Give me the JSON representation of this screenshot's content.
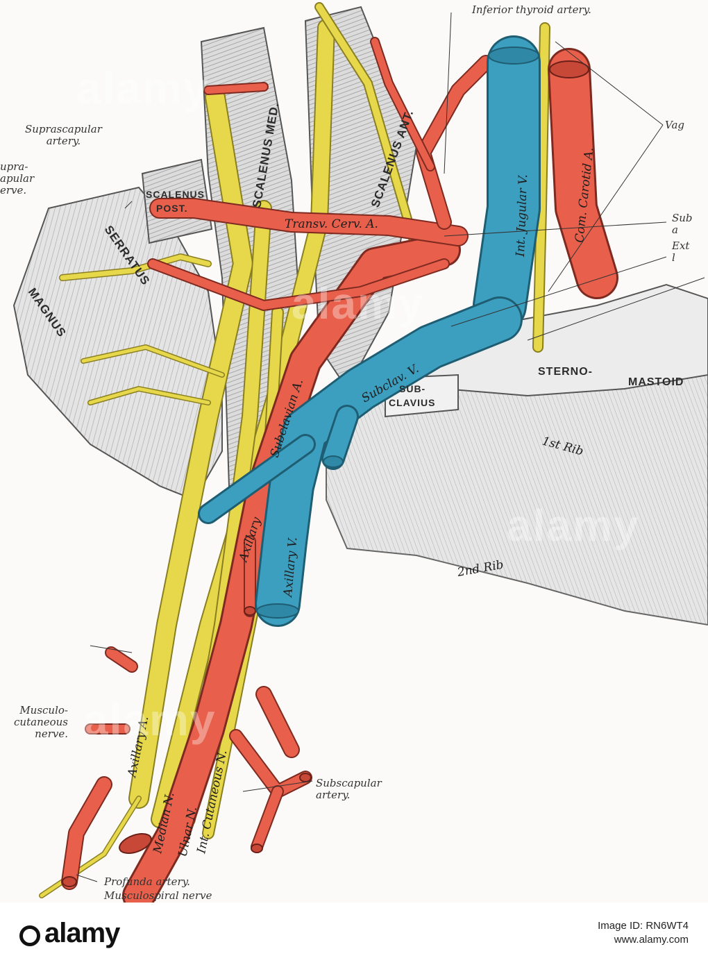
{
  "labels": {
    "inferior_thyroid": "Inferior thyroid artery.",
    "suprascapular_artery": "Suprascapular\nartery.",
    "suprascapular_nerve": "upra-\napular\nerve.",
    "vagus_partial": "Vag",
    "subclavian_partial": "Sub\na",
    "external_partial": "Ext\nl",
    "musculocutaneous": "Musculo-\ncutaneous\nnerve.",
    "subscapular_artery": "Subscapular\nartery.",
    "profunda": "Profunda artery.",
    "musculospiral": "Musculospiral nerve"
  },
  "muscles": {
    "scalenus_med": "SCALENUS MED.",
    "scalenus_ant": "SCALENUS ANT.",
    "scalenus_post_1": "SCALENUS",
    "scalenus_post_2": "POST.",
    "serratus_1": "SERRATUS",
    "serratus_2": "MAGNUS",
    "sterno": "STERNO-",
    "mastoid": "MASTOID",
    "subclavius_1": "SUB-",
    "subclavius_2": "CLAVIUS",
    "rib1": "1st Rib",
    "rib2": "2nd Rib"
  },
  "vessels": {
    "transv_cerv": "Transv. Cerv. A.",
    "int_jugular": "Int. Jugular V.",
    "com_carotid": "Com. Carotid A.",
    "subclav_v": "Subclav. V.",
    "subclavian_a": "Subclavian A.",
    "axillary": "Axillary",
    "axillary_v": "Axillary V.",
    "axillary_a": "Axillary A.",
    "median_n": "Median N.",
    "ulnar_n": "Ulnar N.",
    "int_cutaneous": "Int. Cutaneous N."
  },
  "watermark": "alamy",
  "footer": {
    "logo": "alamy",
    "image_id_label": "Image ID: RN6WT4",
    "url": "www.alamy.com"
  },
  "colors": {
    "artery": "#e8604c",
    "vein": "#3d9fbf",
    "nerve": "#e6d84a",
    "muscle": "#d6d6d6"
  }
}
